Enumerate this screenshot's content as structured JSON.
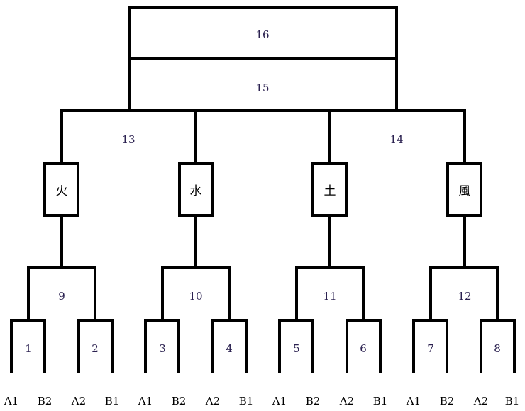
{
  "bracket": {
    "final_match": "16",
    "semifinal_match": "15",
    "quarterfinal_matches": [
      "13",
      "14"
    ],
    "groups": [
      "火",
      "水",
      "土",
      "風"
    ],
    "round1_matches": [
      "9",
      "10",
      "11",
      "12"
    ],
    "entry_matches": [
      "1",
      "2",
      "3",
      "4",
      "5",
      "6",
      "7",
      "8"
    ],
    "seeds": [
      "A1",
      "B2",
      "A2",
      "B1",
      "A1",
      "B2",
      "A2",
      "B1",
      "A1",
      "B2",
      "A2",
      "B1",
      "A1",
      "B2",
      "A2",
      "B1"
    ]
  }
}
